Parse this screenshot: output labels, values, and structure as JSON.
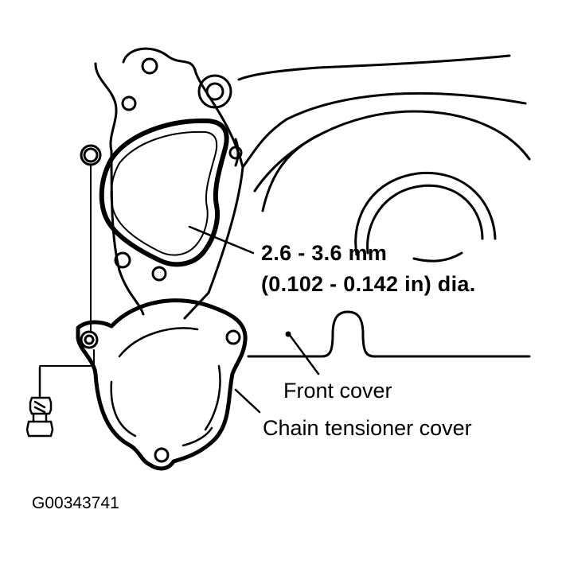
{
  "labels": {
    "gasket_spec_line1": "2.6 - 3.6 mm",
    "gasket_spec_line2": "(0.102 - 0.142 in) dia.",
    "front_cover": "Front cover",
    "chain_tensioner_cover": "Chain tensioner cover"
  },
  "figure_id": "G00343741",
  "colors": {
    "ink": "#000000",
    "paper": "#ffffff"
  }
}
